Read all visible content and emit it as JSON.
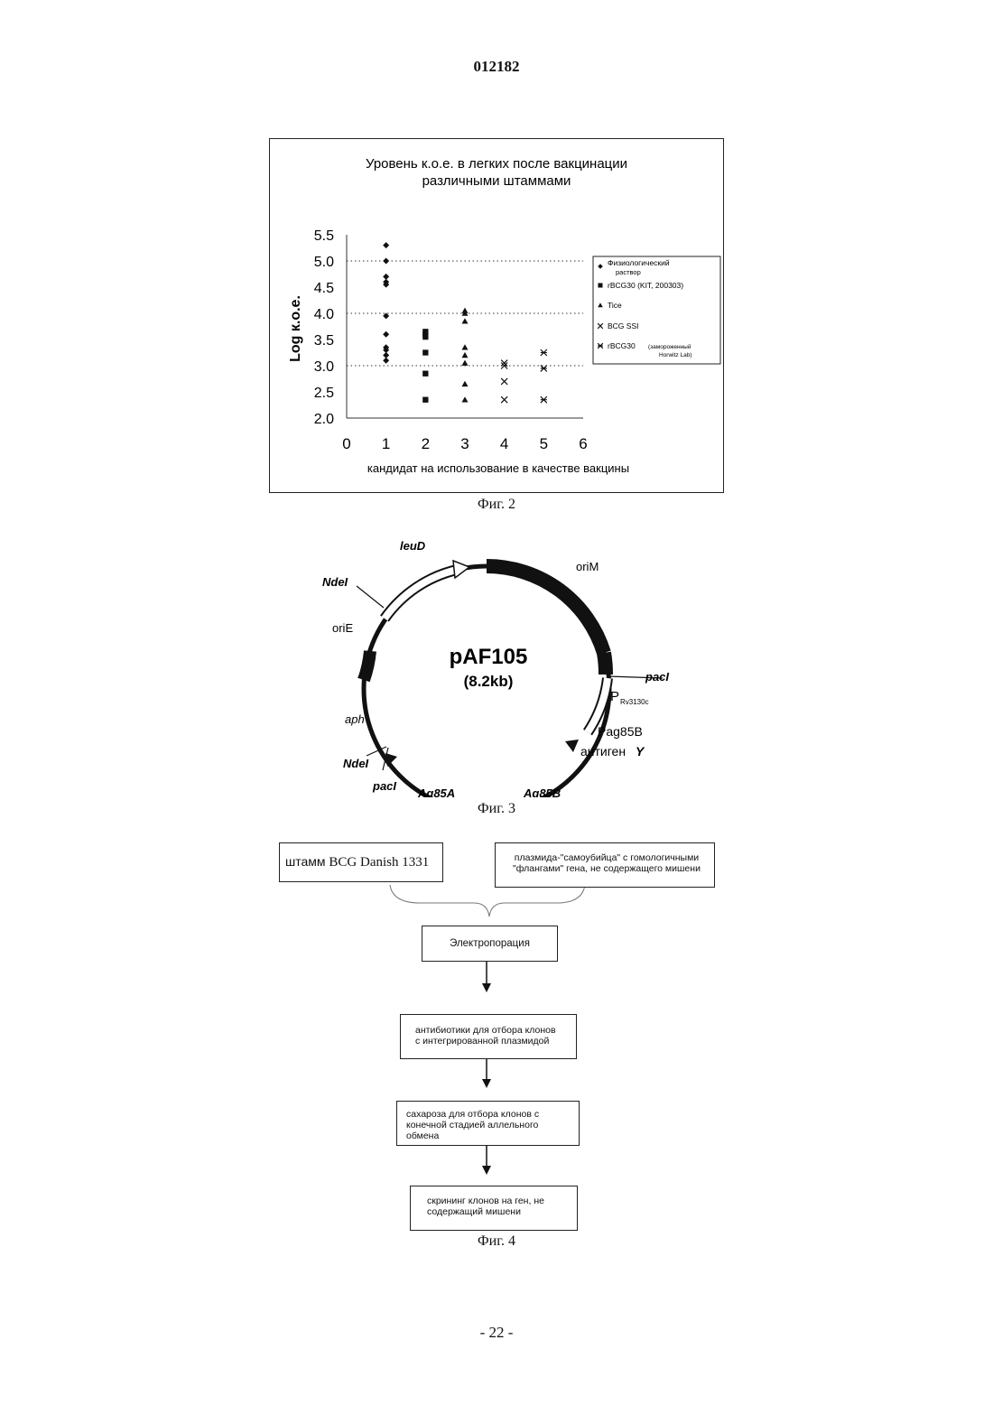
{
  "header": {
    "doc_number": "012182"
  },
  "figure2": {
    "caption": "Фиг. 2",
    "chart_data": {
      "type": "scatter",
      "title_line1": "Уровень к.о.е. в легких после вакцинации",
      "title_line2": "различными штаммами",
      "xlabel": "кандидат на использование в качестве вакцины",
      "ylabel": "Log  к.о.е.",
      "xlim": [
        0,
        6
      ],
      "ylim": [
        2.0,
        5.5
      ],
      "x_ticks": [
        "0",
        "1",
        "2",
        "3",
        "4",
        "5",
        "6"
      ],
      "y_ticks": [
        "2.0",
        "2.5",
        "3.0",
        "3.5",
        "4.0",
        "4.5",
        "5.0",
        "5.5"
      ],
      "grid": "horizontal dotted",
      "legend_position": "right",
      "series": [
        {
          "name": "Физиологический раствор",
          "marker": "diamond",
          "x": [
            1,
            1,
            1,
            1,
            1,
            1,
            1,
            1,
            1,
            1,
            1
          ],
          "y": [
            5.3,
            5.0,
            4.7,
            4.6,
            4.55,
            3.95,
            3.6,
            3.35,
            3.3,
            3.2,
            3.1
          ]
        },
        {
          "name": "rBCG30 (KIT, 200303)",
          "marker": "square",
          "x": [
            2,
            2,
            2,
            2,
            2,
            2
          ],
          "y": [
            3.65,
            3.6,
            3.55,
            3.25,
            2.85,
            2.35
          ]
        },
        {
          "name": "Tice",
          "marker": "triangle",
          "x": [
            3,
            3,
            3,
            3,
            3,
            3,
            3,
            3
          ],
          "y": [
            4.05,
            4.0,
            3.85,
            3.35,
            3.2,
            3.05,
            2.65,
            2.35
          ]
        },
        {
          "name": "BCG SSI",
          "marker": "x",
          "x": [
            4,
            4,
            4,
            4
          ],
          "y": [
            3.05,
            3.0,
            2.7,
            2.35
          ]
        },
        {
          "name": "rBCG30 (замороженный Horwitz Lab)",
          "marker": "asterisk",
          "x": [
            5,
            5,
            5
          ],
          "y": [
            3.25,
            2.95,
            2.35
          ]
        }
      ],
      "legend": [
        {
          "marker": "diamond",
          "label": "Физиологический",
          "label2": "раствор"
        },
        {
          "marker": "square",
          "label": "rBCG30 (KIT, 200303)",
          "label2": ""
        },
        {
          "marker": "triangle",
          "label": "Tice",
          "label2": ""
        },
        {
          "marker": "x",
          "label": "BCG SSI",
          "label2": ""
        },
        {
          "marker": "asterisk",
          "label": "rBCG30",
          "small": "(замороженный",
          "small2": "Horwitz Lab)"
        }
      ]
    }
  },
  "figure3": {
    "caption": "Фиг. 3",
    "plasmid_name": "pAF105",
    "plasmid_size": "(8.2kb)",
    "labels": {
      "leuD": "leuD",
      "oriM": "oriM",
      "ndeI_top": "NdeI",
      "oriE": "oriE",
      "pacI_right": "pacI",
      "promoter_P": "P",
      "promoter_sub": "Rv3130c",
      "pag85b": "Pag85B",
      "antigen": "антиген",
      "antigen_y": "Y",
      "ag85b": "Ag85B",
      "ag85a": "Ag85A",
      "pacI_left": "pacI",
      "ndeI_left": "NdeI",
      "aph": "aph"
    }
  },
  "figure4": {
    "caption": "Фиг. 4",
    "strain_prefix": "штамм ",
    "strain_name": "BCG Danish 1331",
    "plasmid_line1": "плазмида-\"самоубийца\" с гомологичными",
    "plasmid_line2": "\"флангами\" гена, не содержащего мишени",
    "electroporation": "Электропорация",
    "antibiotic_line1": "антибиотики для отбора клонов",
    "antibiotic_line2": "с интегрированной плазмидой",
    "sucrose_line1": "сахароза для отбора клонов с",
    "sucrose_line2": "конечной стадией аллельного",
    "sucrose_line3": "обмена",
    "screening_line1": "скрининг клонов на ген, не",
    "screening_line2": "содержащий мишени"
  },
  "footer": {
    "page_number": "- 22 -"
  }
}
